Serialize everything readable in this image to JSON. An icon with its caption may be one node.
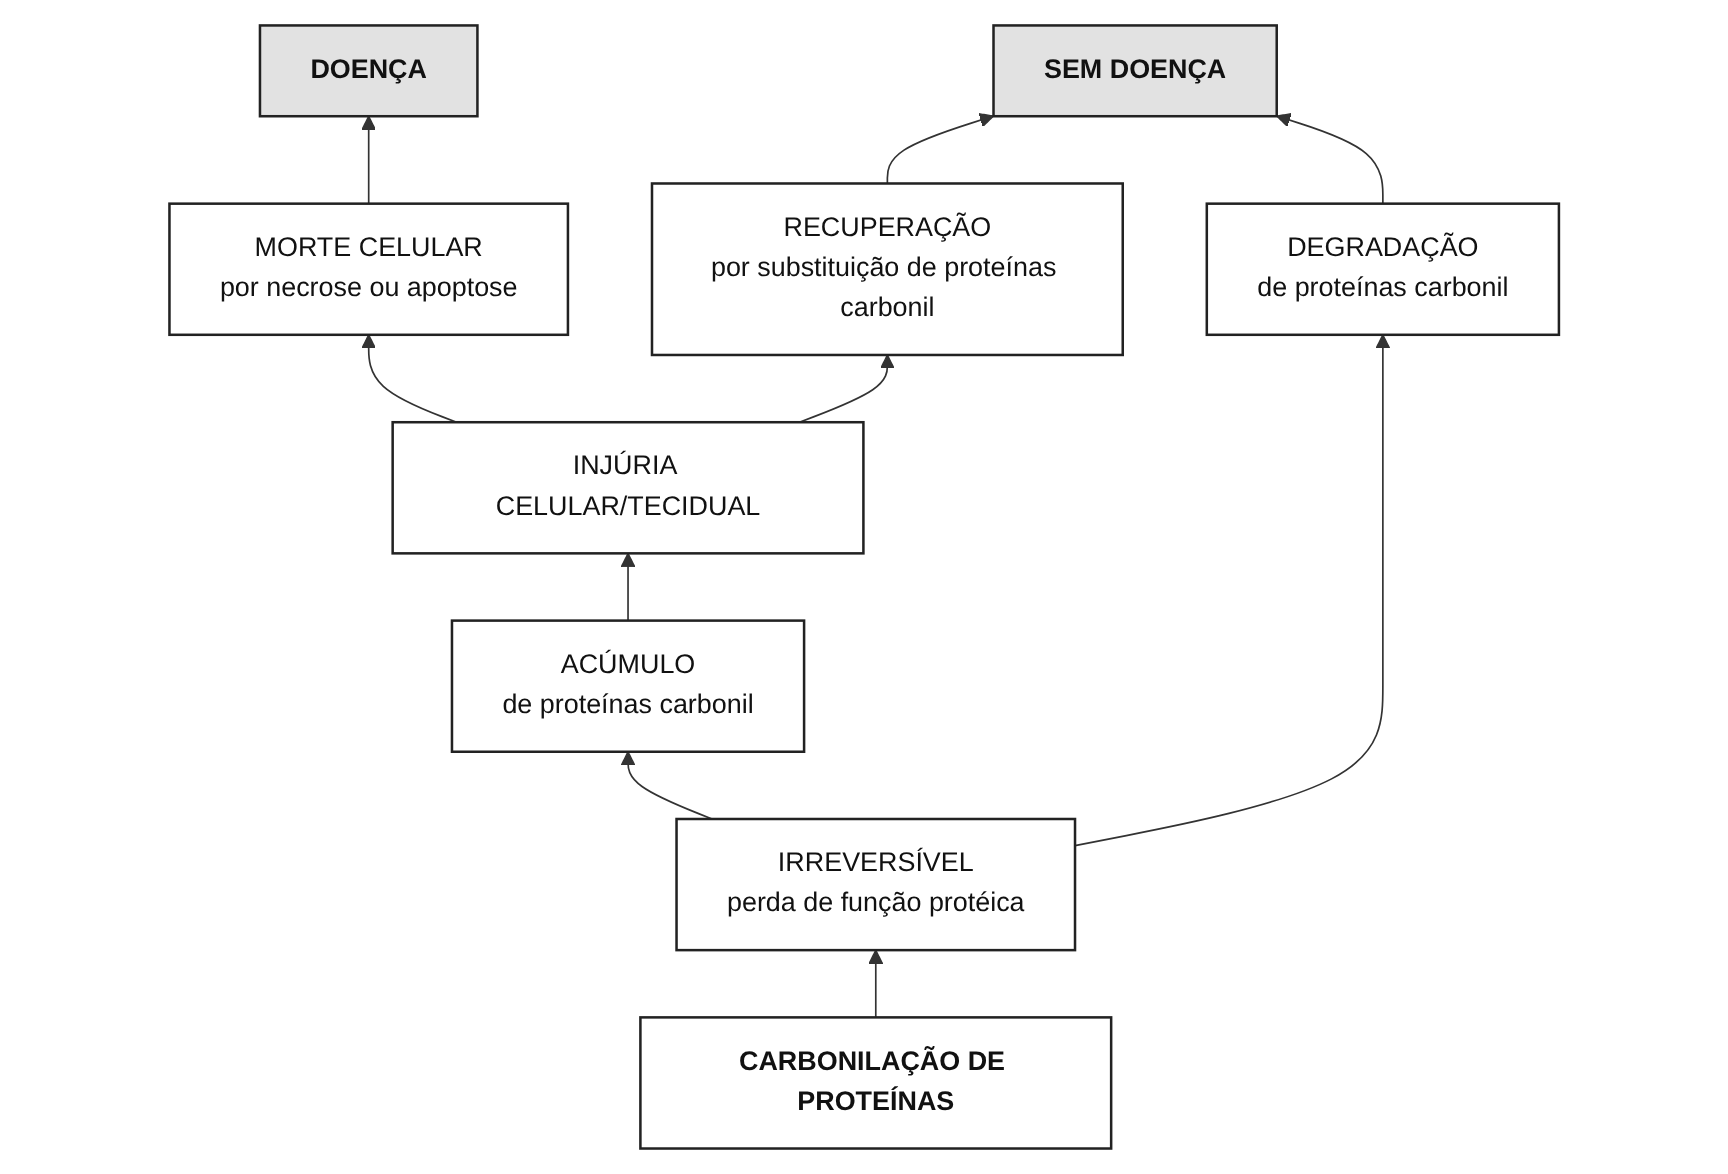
{
  "diagram": {
    "nodes": [
      {
        "text": [
          "DOENÇA"
        ]
      },
      {
        "text": [
          "MORTE CELULAR",
          "por necrose ou apoptose"
        ]
      },
      {
        "text": [
          "RECUPERAÇÃO",
          "por substituição de proteínas carbonil"
        ]
      },
      {
        "text": [
          "INJÚRIA CELULAR/TECIDUAL"
        ]
      },
      {
        "text": [
          "SEM DOENÇA"
        ]
      },
      {
        "text": [
          "ACÚMULO",
          "de proteínas carbonil"
        ]
      },
      {
        "text": [
          "DEGRADAÇÃO",
          "de proteínas carbonil"
        ]
      },
      {
        "text": [
          "IRREVERSÍVEL",
          "perda de função protéica"
        ]
      },
      {
        "text": [
          "CARBONILAÇÃO DE PROTEÍNAS"
        ]
      }
    ],
    "edges": [
      {
        "from": 1,
        "to": 0,
        "arrow": "to"
      },
      {
        "from": 3,
        "to": 1,
        "arrow": "to"
      },
      {
        "from": 3,
        "to": 2,
        "arrow": "to"
      },
      {
        "from": 2,
        "to": 4,
        "arrow": "to"
      },
      {
        "from": 5,
        "to": 3,
        "arrow": "to"
      },
      {
        "from": 6,
        "to": 4,
        "arrow": "to"
      },
      {
        "from": 7,
        "to": 5,
        "arrow": "to"
      },
      {
        "from": 7,
        "to": 6,
        "arrow": "to"
      },
      {
        "from": 8,
        "to": 7,
        "arrow": "to"
      }
    ]
  }
}
